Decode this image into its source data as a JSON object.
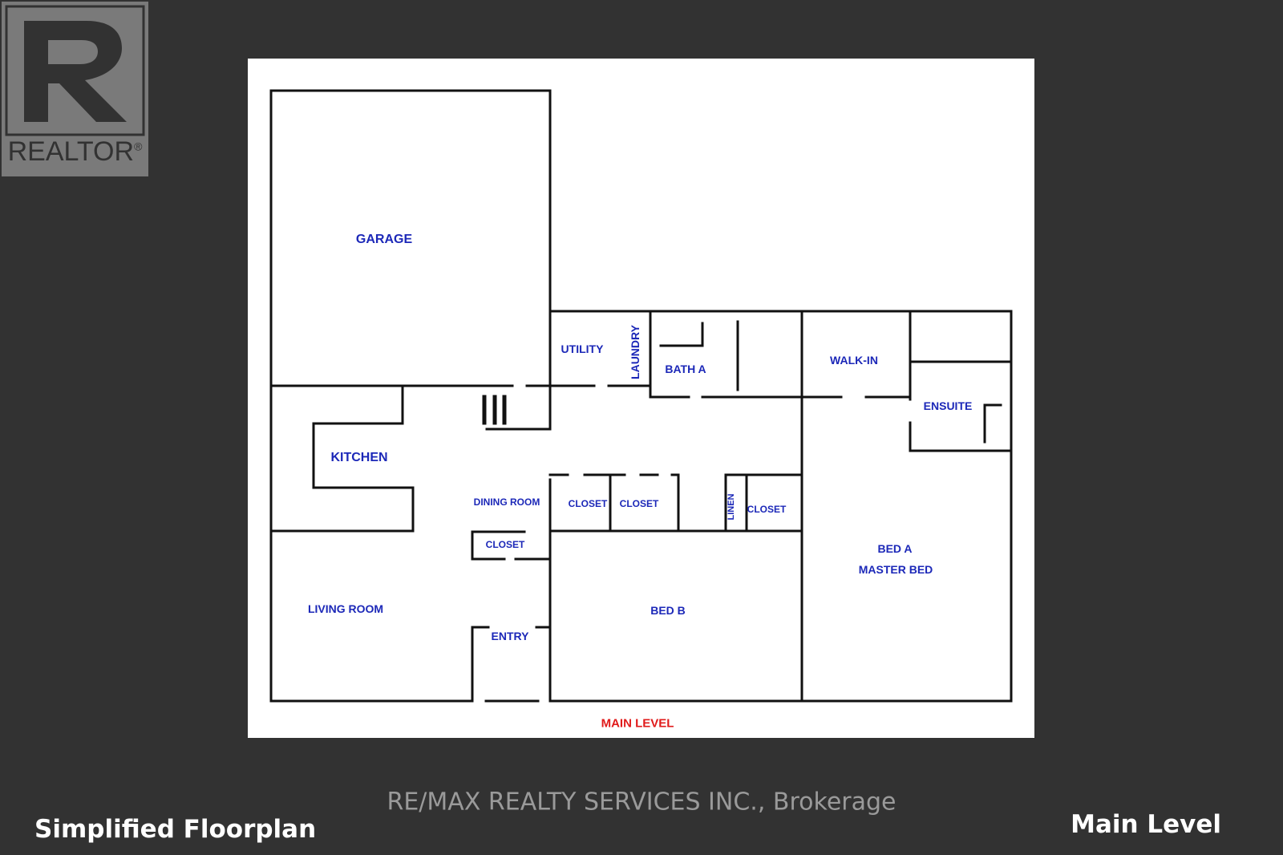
{
  "logo": {
    "text": "REALTOR",
    "mark": "®",
    "icon": "realtor-r-logo"
  },
  "floorplan": {
    "rooms": {
      "garage": "GARAGE",
      "utility": "UTILITY",
      "laundry": "LAUNDRY",
      "bath_a": "BATH A",
      "walk_in": "WALK-IN",
      "ensuite": "ENSUITE",
      "kitchen": "KITCHEN",
      "dining_room": "DINING ROOM",
      "closet_1": "CLOSET",
      "closet_2": "CLOSET",
      "linen": "LINEN",
      "closet_3": "CLOSET",
      "closet_4": "CLOSET",
      "bed_a": "BED A",
      "master_bed": "MASTER BED",
      "living_room": "LIVING ROOM",
      "bed_b": "BED B",
      "entry": "ENTRY"
    },
    "level_caption": "MAIN LEVEL",
    "colors": {
      "room_label": "#1c28b8",
      "level_caption": "#e01a1a",
      "walls": "#111111"
    }
  },
  "watermark": "RE/MAX REALTY SERVICES INC., Brokerage",
  "captions": {
    "left": "Simplified Floorplan",
    "right": "Main Level"
  },
  "colors": {
    "background": "#323232",
    "logo_background": "#7a7a7a"
  }
}
